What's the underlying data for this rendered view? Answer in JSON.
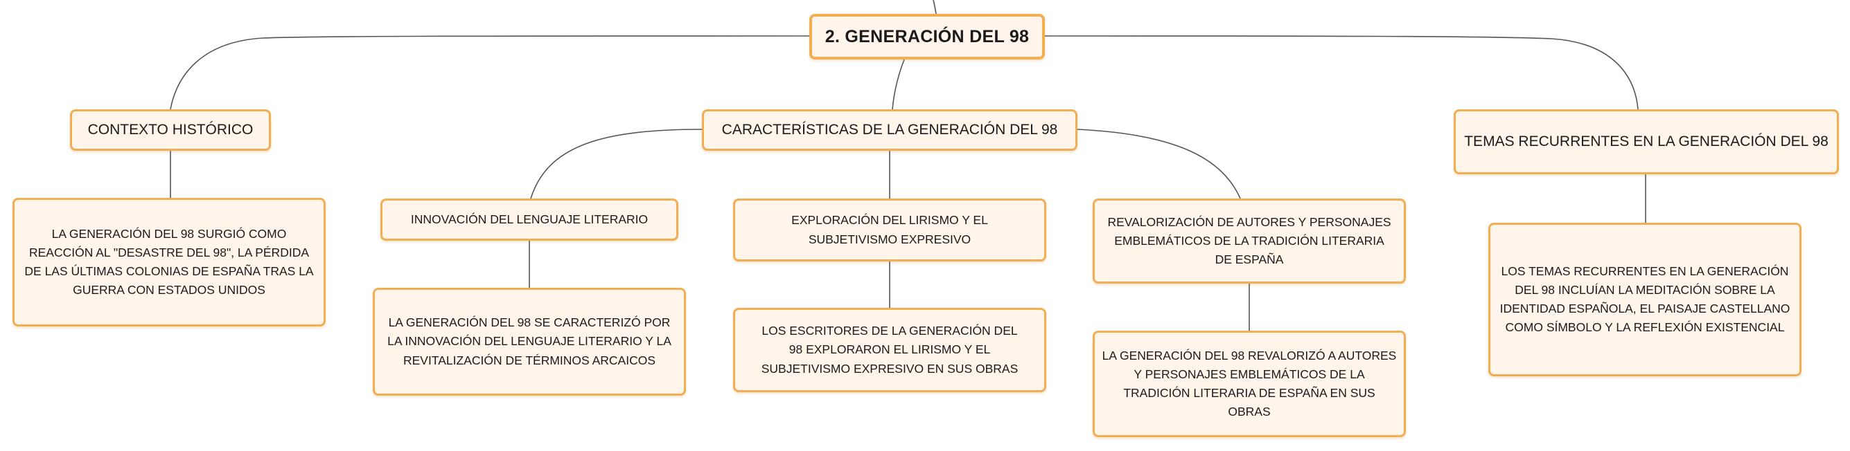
{
  "diagram": {
    "root": {
      "label": "2. GENERACIÓN DEL 98"
    },
    "context": {
      "label": "CONTEXTO HISTÓRICO",
      "description": "LA GENERACIÓN DEL 98 SURGIÓ COMO REACCIÓN AL \"DESASTRE DEL 98\", LA PÉRDIDA DE LAS ÚLTIMAS COLONIAS DE ESPAÑA TRAS LA GUERRA CON ESTADOS UNIDOS"
    },
    "characteristics": {
      "label": "CARACTERÍSTICAS DE LA GENERACIÓN DEL 98",
      "children": [
        {
          "label": "INNOVACIÓN DEL LENGUAJE LITERARIO",
          "description": "LA GENERACIÓN DEL 98 SE CARACTERIZÓ POR LA INNOVACIÓN DEL LENGUAJE LITERARIO Y LA REVITALIZACIÓN DE TÉRMINOS ARCAICOS"
        },
        {
          "label": "EXPLORACIÓN DEL LIRISMO Y EL SUBJETIVISMO EXPRESIVO",
          "description": "LOS ESCRITORES DE LA GENERACIÓN DEL 98 EXPLORARON EL LIRISMO Y EL SUBJETIVISMO EXPRESIVO EN SUS OBRAS"
        },
        {
          "label": "REVALORIZACIÓN DE AUTORES Y PERSONAJES EMBLEMÁTICOS DE LA TRADICIÓN LITERARIA DE ESPAÑA",
          "description": "LA GENERACIÓN DEL 98 REVALORIZÓ A AUTORES Y PERSONAJES EMBLEMÁTICOS DE LA TRADICIÓN LITERARIA DE ESPAÑA EN SUS OBRAS"
        }
      ]
    },
    "themes": {
      "label": "TEMAS RECURRENTES EN LA GENERACIÓN DEL 98",
      "description": "LOS TEMAS RECURRENTES EN LA GENERACIÓN DEL 98 INCLUÍAN LA MEDITACIÓN SOBRE LA IDENTIDAD ESPAÑOLA, EL PAISAJE CASTELLANO COMO SÍMBOLO Y LA REFLEXIÓN EXISTENCIAL"
    }
  }
}
